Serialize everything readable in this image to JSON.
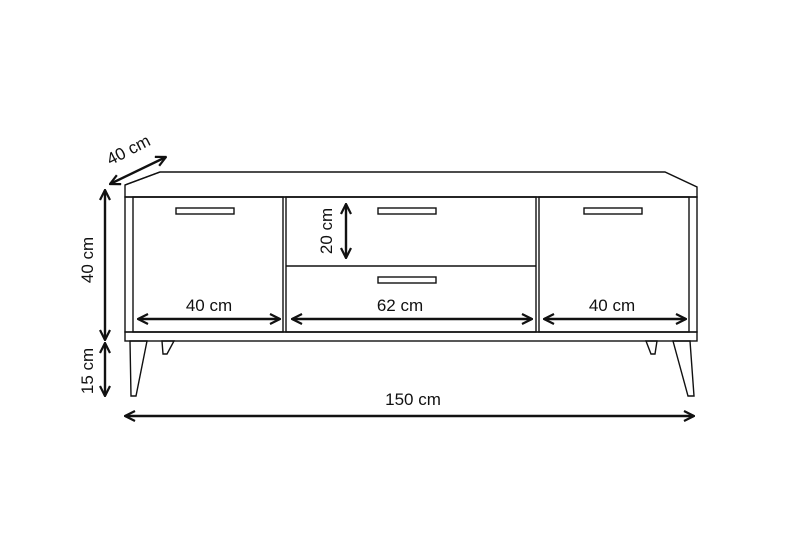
{
  "diagram": {
    "subject": "TV cabinet with two doors and two drawers, on four angled legs",
    "colors": {
      "stroke": "#111111",
      "background": "#ffffff"
    },
    "dimensions": {
      "depth": "40 cm",
      "cabinet_height": "40 cm",
      "leg_height": "15 cm",
      "total_width": "150 cm",
      "left_door_width": "40 cm",
      "middle_section_width": "62 cm",
      "right_door_width": "40 cm",
      "drawer_height": "20 cm"
    }
  }
}
